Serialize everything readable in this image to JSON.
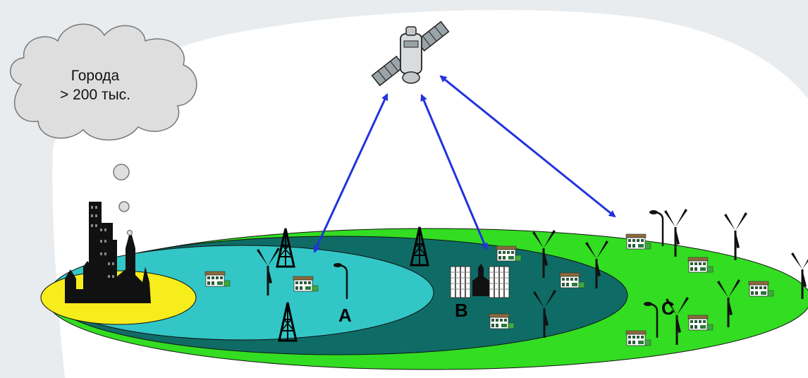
{
  "cloud": {
    "line1": "Города",
    "line2": "> 200 тыс."
  },
  "zones": {
    "a": "A",
    "b": "B",
    "c": "C"
  },
  "colors": {
    "background": "#e9ecee",
    "slide_panel": "#ffffff",
    "zone_c": "#33dd22",
    "zone_b": "#0f6b66",
    "zone_a": "#33c6c6",
    "city_zone": "#f7ec1c",
    "link_arrow": "#2233dd",
    "thought_cloud": "#dedede"
  },
  "icons": {
    "satellite": "satellite-icon",
    "city": "city-skyline-icon",
    "tower": "radio-tower-icon",
    "wind": "wind-turbine-icon",
    "house": "house-icon",
    "apartment": "apartment-building-icon",
    "streetlight": "street-light-icon"
  }
}
